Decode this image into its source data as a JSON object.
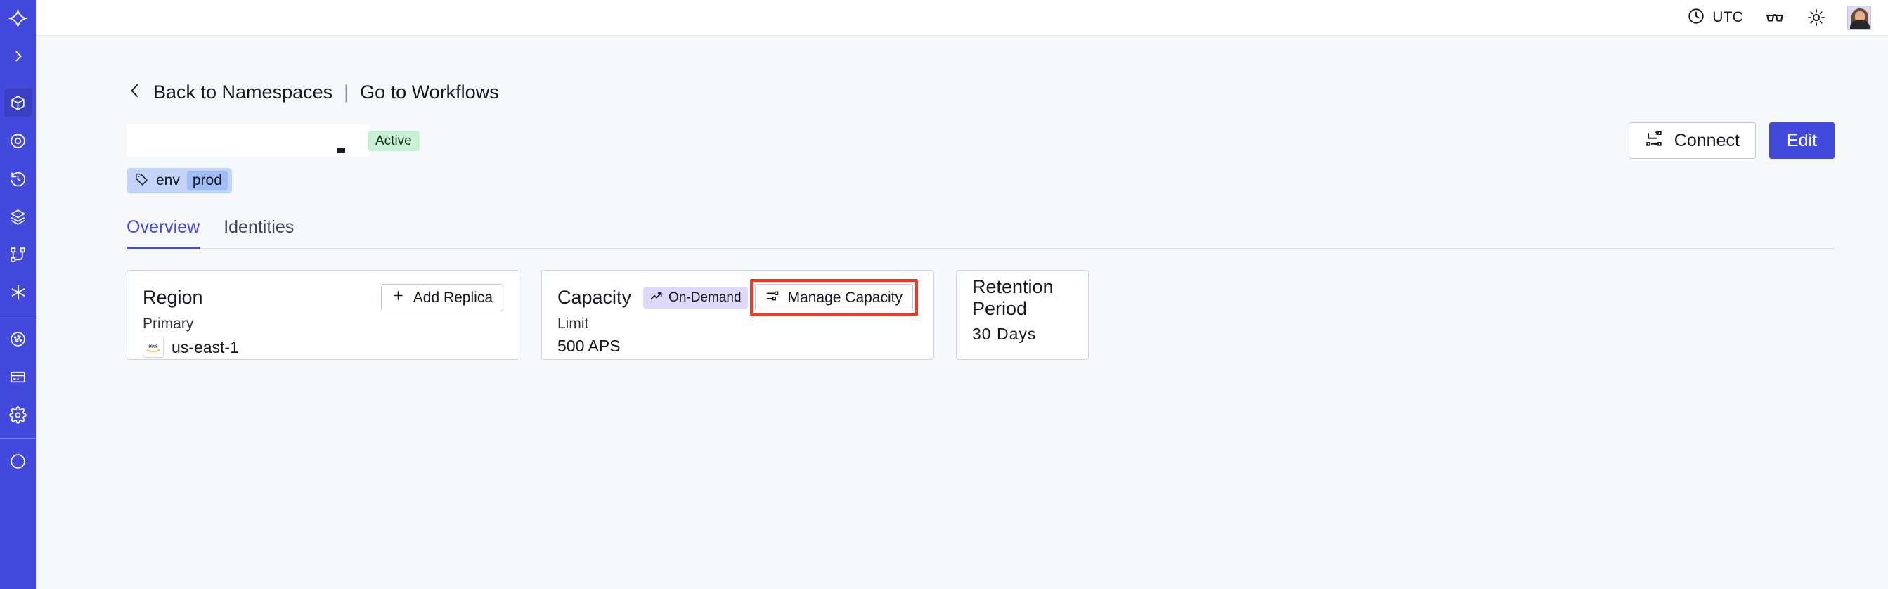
{
  "brand": {
    "accent": "#4449de",
    "sidebar_bg": "#4449de",
    "highlight": "#ef3b25"
  },
  "sidebar": {
    "logo_icon": "temporal-logo-icon",
    "items": [
      {
        "name": "expand-sidebar",
        "icon": "chevron-right-icon",
        "active": false
      },
      {
        "name": "namespaces",
        "icon": "cube-icon",
        "active": true
      },
      {
        "name": "observability",
        "icon": "eye-spiral-icon",
        "active": false
      },
      {
        "name": "history",
        "icon": "clock-rewind-icon",
        "active": false
      },
      {
        "name": "layers",
        "icon": "layers-icon",
        "active": false
      },
      {
        "name": "workflows",
        "icon": "workflow-branch-icon",
        "active": false
      },
      {
        "name": "nexus",
        "icon": "asterisk-icon",
        "active": false
      },
      {
        "name": "usage",
        "icon": "gauge-icon",
        "active": false
      },
      {
        "name": "billing",
        "icon": "credit-card-icon",
        "active": false
      },
      {
        "name": "settings",
        "icon": "gear-icon",
        "active": false
      }
    ]
  },
  "topbar": {
    "timezone_icon": "clock-icon",
    "timezone": "UTC",
    "glasses_icon": "glasses-icon",
    "theme_icon": "sun-icon",
    "avatar_icon": "user-avatar"
  },
  "breadcrumb": {
    "back_icon": "chevron-left-icon",
    "back_label": "Back to Namespaces",
    "separator": "|",
    "forward_label": "Go to Workflows"
  },
  "header": {
    "namespace_name": "",
    "status_badge": "Active",
    "connect_icon": "connect-flow-icon",
    "connect_label": "Connect",
    "edit_label": "Edit"
  },
  "tag": {
    "icon": "tag-icon",
    "key": "env",
    "value": "prod"
  },
  "tabs": [
    {
      "label": "Overview",
      "selected": true
    },
    {
      "label": "Identities",
      "selected": false
    }
  ],
  "cards": {
    "region": {
      "title": "Region",
      "add_icon": "plus-icon",
      "add_label": "Add Replica",
      "sub_label": "Primary",
      "provider_icon": "aws-logo",
      "value": "us-east-1"
    },
    "capacity": {
      "title": "Capacity",
      "badge_icon": "trending-up-icon",
      "badge_label": "On-Demand",
      "manage_icon": "sliders-icon",
      "manage_label": "Manage Capacity",
      "manage_highlighted": true,
      "sub_label": "Limit",
      "value": "500 APS"
    },
    "retention": {
      "title": "Retention Period",
      "value": "30  Days"
    }
  }
}
